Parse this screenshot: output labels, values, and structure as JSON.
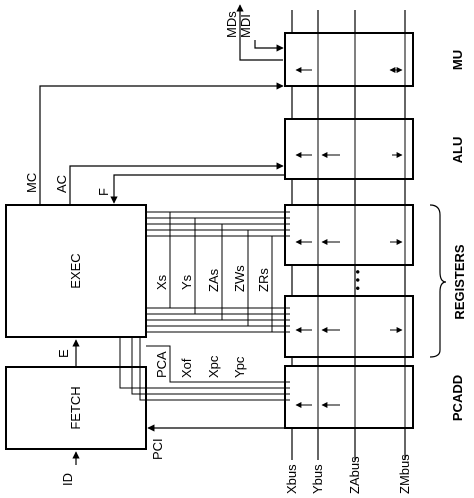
{
  "units": {
    "mu": "MU",
    "alu": "ALU",
    "registers": "REGISTERS",
    "pcadd": "PCADD",
    "exec": "EXEC",
    "fetch": "FETCH"
  },
  "signals": {
    "id": "ID",
    "pci": "PCI",
    "e": "E",
    "mc": "MC",
    "ac": "AC",
    "f": "F",
    "mds": "MDs",
    "mdi": "MDI",
    "xs": "Xs",
    "ys": "Ys",
    "zas": "ZAs",
    "zws": "ZWs",
    "zrs": "ZRs",
    "pca": "PCA",
    "xof": "Xof",
    "xpc": "Xpc",
    "ypc": "Ypc"
  },
  "buses": [
    "Xbus",
    "Ybus",
    "ZAbus",
    "ZMbus"
  ],
  "ellipsis": "• • •"
}
